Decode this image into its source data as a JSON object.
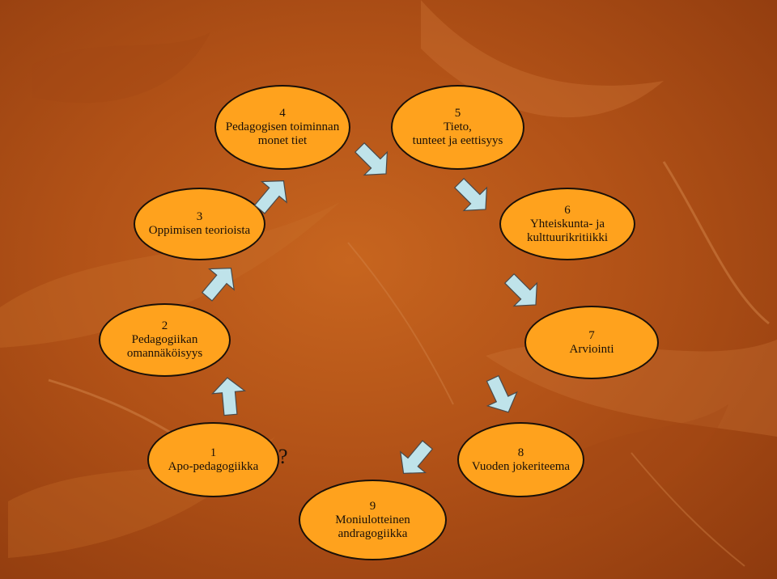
{
  "nodes": [
    {
      "id": "1",
      "number": "1",
      "lines": [
        "Apo-pedagogiikka"
      ]
    },
    {
      "id": "2",
      "number": "2",
      "lines": [
        "Pedagogiikan",
        "omannäköisyys"
      ]
    },
    {
      "id": "3",
      "number": "3",
      "lines": [
        "Oppimisen teorioista"
      ]
    },
    {
      "id": "4",
      "number": "4",
      "lines": [
        "Pedagogisen toiminnan",
        "monet tiet"
      ]
    },
    {
      "id": "5",
      "number": "5",
      "lines": [
        "Tieto,",
        "tunteet ja eettisyys"
      ]
    },
    {
      "id": "6",
      "number": "6",
      "lines": [
        "Yhteiskunta- ja",
        "kulttuurikritiikki"
      ]
    },
    {
      "id": "7",
      "number": "7",
      "lines": [
        "Arviointi"
      ]
    },
    {
      "id": "8",
      "number": "8",
      "lines": [
        "Vuoden jokeriteema"
      ]
    },
    {
      "id": "9",
      "number": "9",
      "lines": [
        "Moniulotteinen",
        "andragogiikka"
      ]
    }
  ],
  "question_mark": "?",
  "colors": {
    "node_fill": "#ffa21d",
    "arrow_fill": "#bfe3ea",
    "background": "#b25217"
  }
}
